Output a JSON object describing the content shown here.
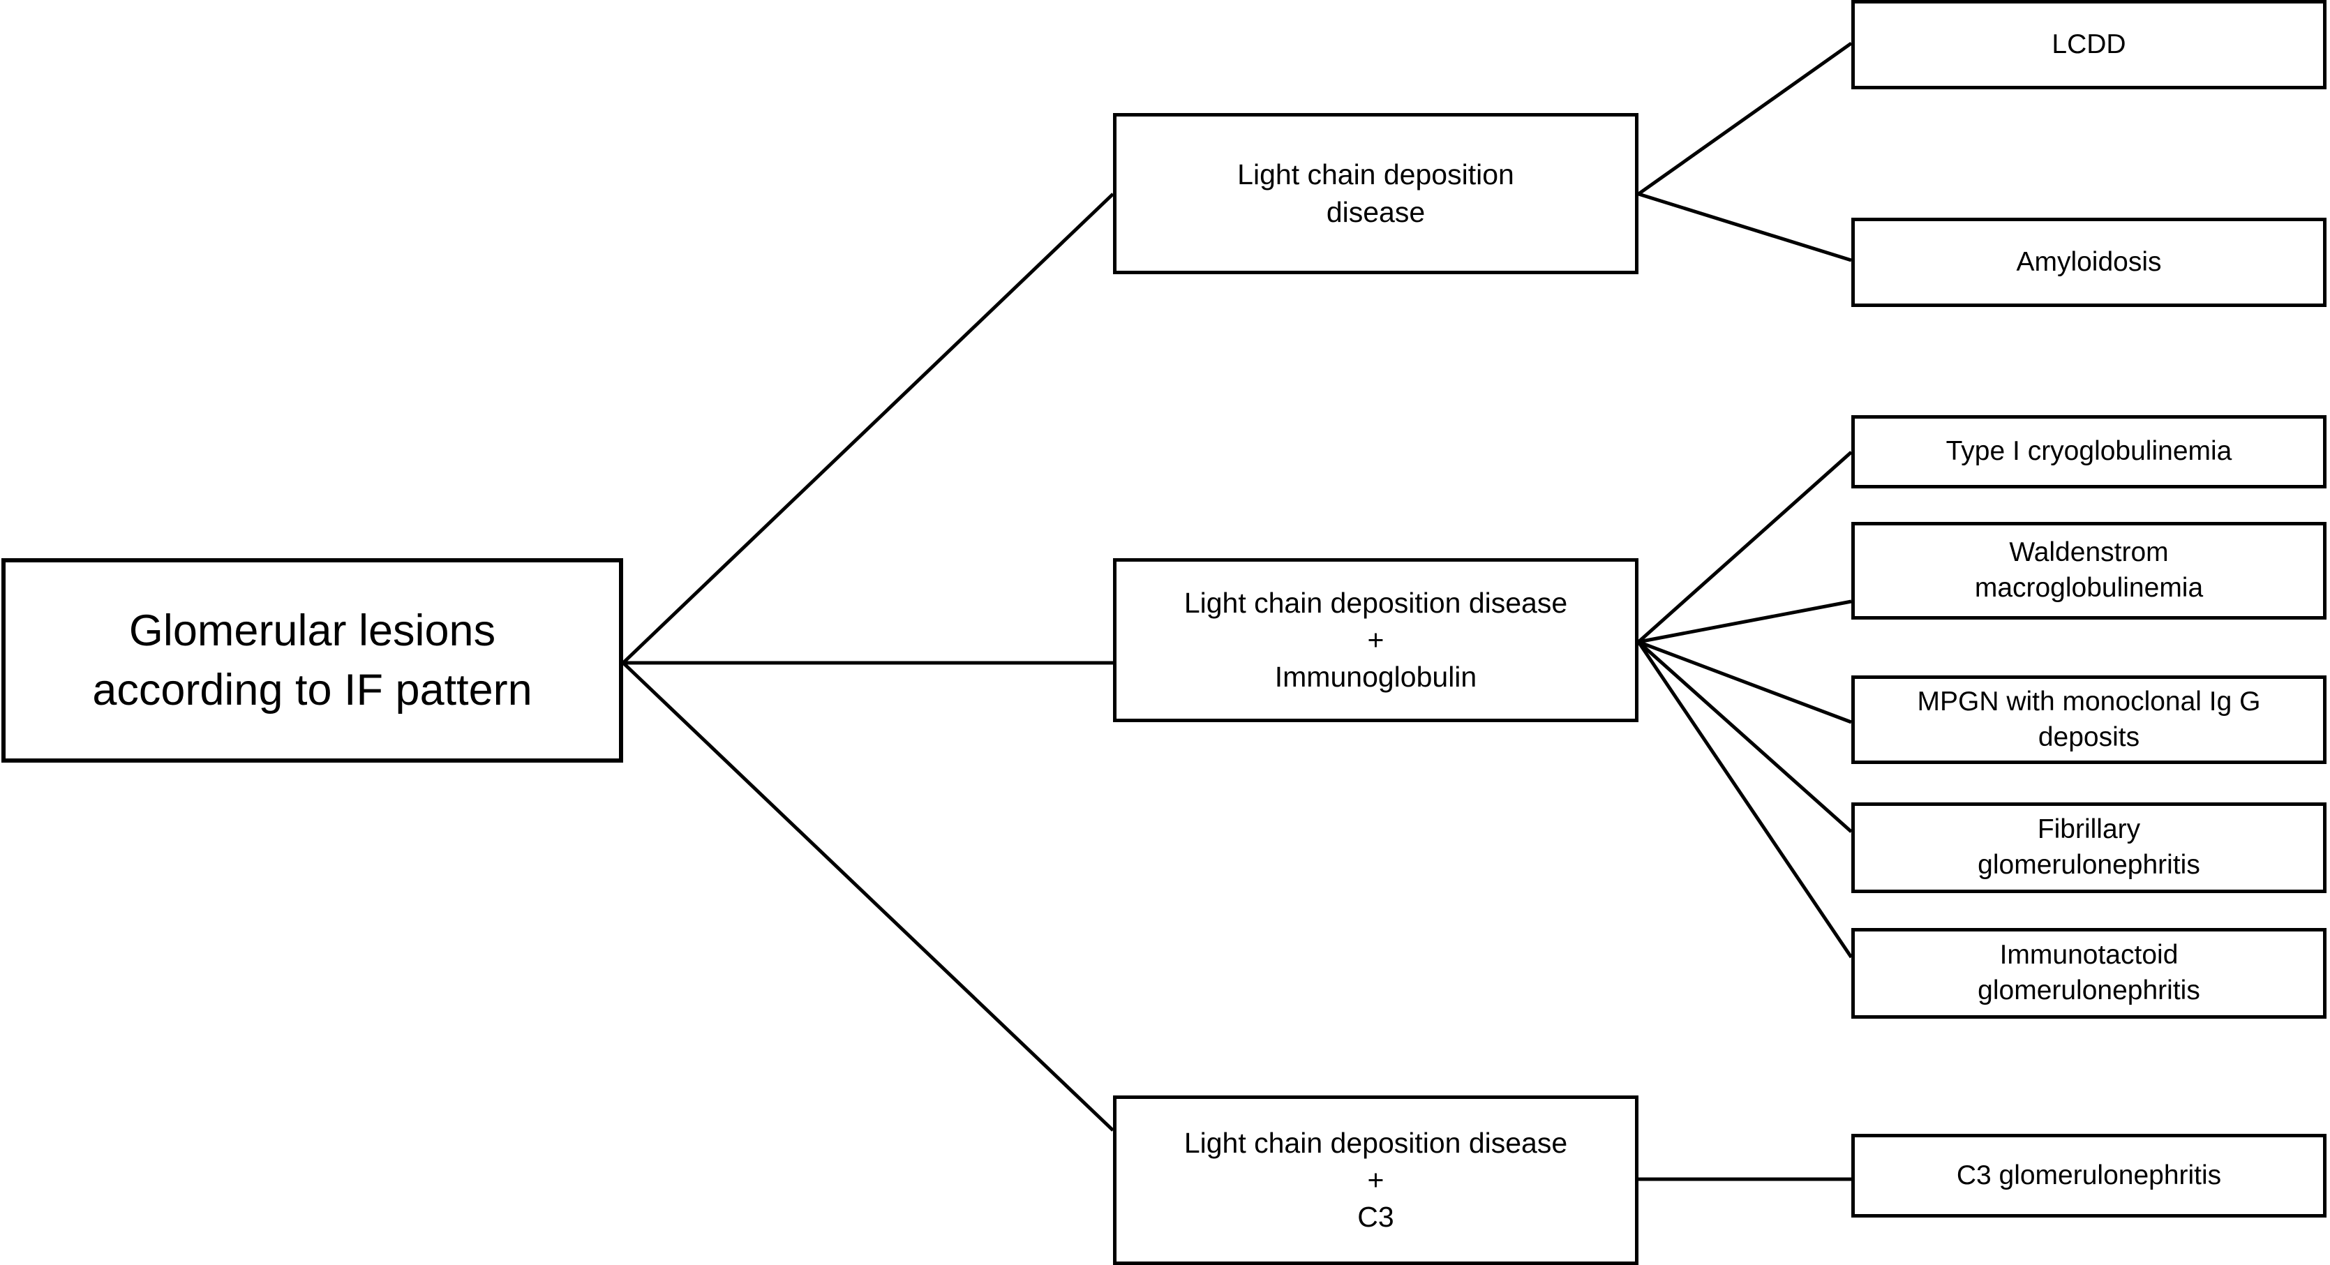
{
  "diagram": {
    "type": "flowchart-tree",
    "orientation": "left-to-right",
    "colors": {
      "background": "#ffffff",
      "node_fill": "#ffffff",
      "node_border": "#000000",
      "edge": "#000000",
      "text": "#000000"
    },
    "root": {
      "id": "root",
      "label": "Glomerular lesions\naccording to IF pattern"
    },
    "branches": [
      {
        "id": "branch-lcdd",
        "label": "Light chain deposition\ndisease",
        "children": [
          {
            "id": "leaf-lcdd",
            "label": "LCDD"
          },
          {
            "id": "leaf-amyloidosis",
            "label": "Amyloidosis"
          }
        ]
      },
      {
        "id": "branch-lcdd-ig",
        "label": "Light chain deposition disease\n+\nImmunoglobulin",
        "children": [
          {
            "id": "leaf-type1-cryo",
            "label": "Type I cryoglobulinemia"
          },
          {
            "id": "leaf-waldenstrom",
            "label": "Waldenstrom\nmacroglobulinemia"
          },
          {
            "id": "leaf-mpgn",
            "label": "MPGN  with monoclonal Ig G\ndeposits"
          },
          {
            "id": "leaf-fibrillary",
            "label": "Fibrillary\nglomerulonephritis"
          },
          {
            "id": "leaf-immunotactoid",
            "label": "Immunotactoid\nglomerulonephritis"
          }
        ]
      },
      {
        "id": "branch-lcdd-c3",
        "label": "Light chain deposition disease\n+\nC3",
        "children": [
          {
            "id": "leaf-c3-gn",
            "label": "C3 glomerulonephritis"
          }
        ]
      }
    ]
  }
}
